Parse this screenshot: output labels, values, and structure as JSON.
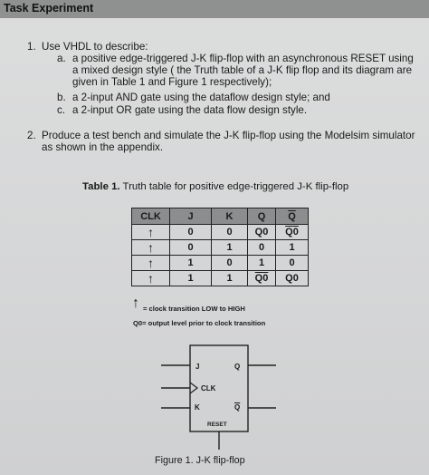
{
  "header": {
    "title": "Task Experiment"
  },
  "task1": {
    "num": "1.",
    "text": "Use VHDL to describe:",
    "a_label": "a.",
    "a_lines": [
      "a positive edge-triggered J-K flip-flop with an asynchronous RESET using",
      "a mixed design style ( the Truth table of a J-K flip flop and its diagram are",
      "given in Table 1 and Figure 1 respectively);"
    ],
    "b_label": "b.",
    "b_text": "a 2-input AND gate using the dataflow design style; and",
    "c_label": "c.",
    "c_text": "a 2-input OR gate using the data flow design style."
  },
  "task2": {
    "num": "2.",
    "lines": [
      "Produce a test bench and simulate the J-K flip-flop using the Modelsim simulator",
      "as shown in the appendix."
    ]
  },
  "table": {
    "caption_bold": "Table 1.",
    "caption_rest": " Truth table for positive edge-triggered J-K flip-flop",
    "headers": {
      "clk": "CLK",
      "j": "J",
      "k": "K",
      "q": "Q",
      "qbar": "Q"
    },
    "rows": [
      {
        "clk": "↑",
        "j": "0",
        "k": "0",
        "q": "Q0",
        "qbar": "Q0",
        "q_over": false,
        "qbar_over": true
      },
      {
        "clk": "↑",
        "j": "0",
        "k": "1",
        "q": "0",
        "qbar": "1",
        "q_over": false,
        "qbar_over": false
      },
      {
        "clk": "↑",
        "j": "1",
        "k": "0",
        "q": "1",
        "qbar": "0",
        "q_over": false,
        "qbar_over": false
      },
      {
        "clk": "↑",
        "j": "1",
        "k": "1",
        "q": "Q0",
        "qbar": "Q0",
        "q_over": true,
        "qbar_over": false
      }
    ]
  },
  "legend": {
    "arrow": "↑",
    "arrow_text": "= clock transition LOW to HIGH",
    "q0_text": "Q0= output level prior to clock transition"
  },
  "figure": {
    "j": "J",
    "q": "Q",
    "clk": "CLK",
    "k": "K",
    "qbar": "Q",
    "reset": "RESET",
    "caption": "Figure 1.  J-K flip-flop"
  }
}
